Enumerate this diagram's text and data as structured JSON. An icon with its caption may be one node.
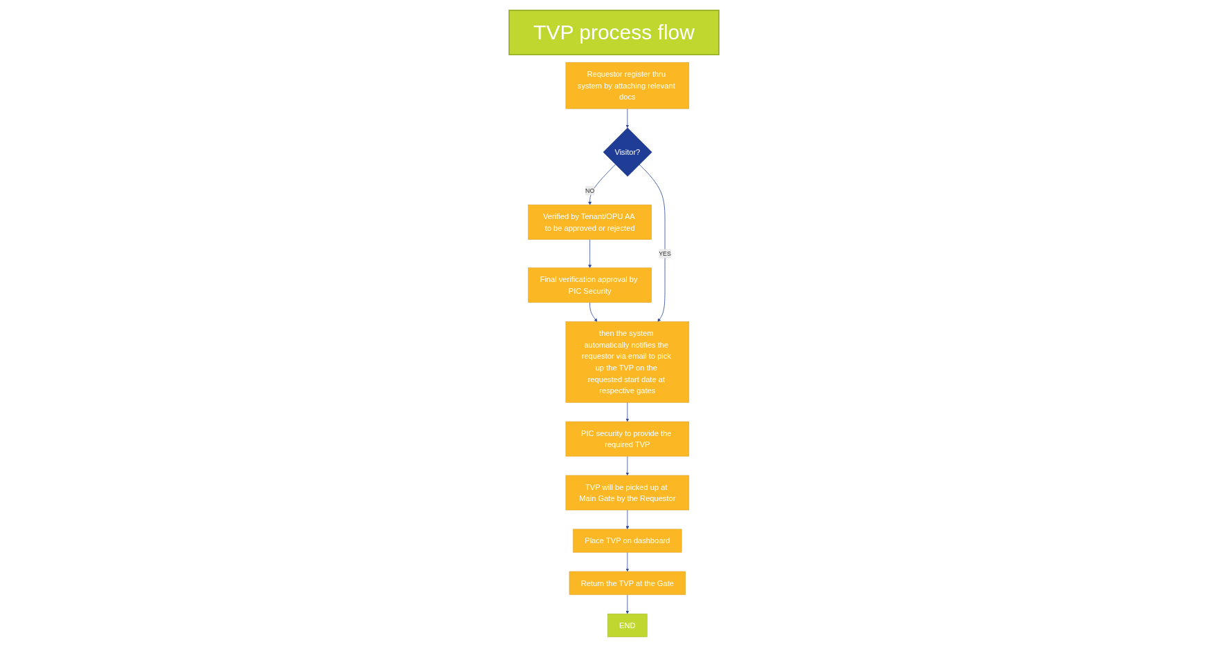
{
  "diagram": {
    "title": "TVP process flow",
    "nodes": [
      {
        "text": [
          "Requestor register thru system by attaching relevant docs"
        ]
      },
      {
        "text": [
          "Visitor?"
        ]
      },
      {
        "text": [
          "Verified by Tenant/OPU AA to be approved or rejected"
        ]
      },
      {
        "text": [
          "Final verification approval by PIC Security"
        ]
      },
      {
        "text": [
          "then the system automatically notifies the requestor via email to pick up the TVP on the requested start date at respective gates"
        ]
      },
      {
        "text": [
          "PIC security to provide the required TVP"
        ]
      },
      {
        "text": [
          "TVP will be picked up at Main Gate by the Requestor"
        ]
      },
      {
        "text": [
          "Place TVP on dashboard"
        ]
      },
      {
        "text": [
          "Return the TVP at the Gate"
        ]
      },
      {
        "text": [
          "END"
        ]
      }
    ],
    "edges": [
      {
        "from": 0,
        "to": 1,
        "arrow": "to"
      },
      {
        "from": 1,
        "to": 2,
        "label": "NO",
        "arrow": "to"
      },
      {
        "from": 2,
        "to": 3,
        "arrow": "to"
      },
      {
        "from": 3,
        "to": 4,
        "arrow": "to"
      },
      {
        "from": 1,
        "to": 4,
        "label": "YES",
        "arrow": "to"
      },
      {
        "from": 4,
        "to": 5,
        "arrow": "to"
      },
      {
        "from": 5,
        "to": 6,
        "arrow": "to"
      },
      {
        "from": 6,
        "to": 7,
        "arrow": "to"
      },
      {
        "from": 7,
        "to": 8,
        "arrow": "to"
      },
      {
        "from": 8,
        "to": 9,
        "arrow": "to"
      }
    ]
  }
}
